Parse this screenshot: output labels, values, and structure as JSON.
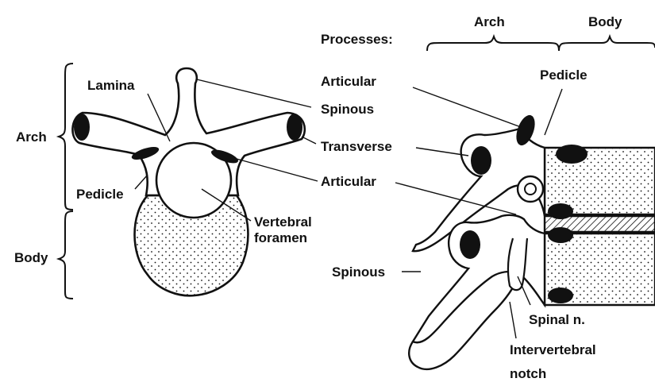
{
  "colors": {
    "ink": "#111111",
    "paper": "#ffffff"
  },
  "left_view": {
    "labels": {
      "lamina": "Lamina",
      "arch": "Arch",
      "pedicle": "Pedicle",
      "body": "Body",
      "vertebral_foramen_line1": "Vertebral",
      "vertebral_foramen_line2": "foramen"
    }
  },
  "right_view": {
    "labels": {
      "processes": "Processes:",
      "arch": "Arch",
      "body": "Body",
      "articular_top": "Articular",
      "spinous_top": "Spinous",
      "transverse": "Transverse",
      "articular_mid": "Articular",
      "pedicle": "Pedicle",
      "spinous_bottom": "Spinous",
      "spinal_n": "Spinal n.",
      "intervertebral_line1": "Intervertebral",
      "intervertebral_line2": "notch"
    }
  }
}
